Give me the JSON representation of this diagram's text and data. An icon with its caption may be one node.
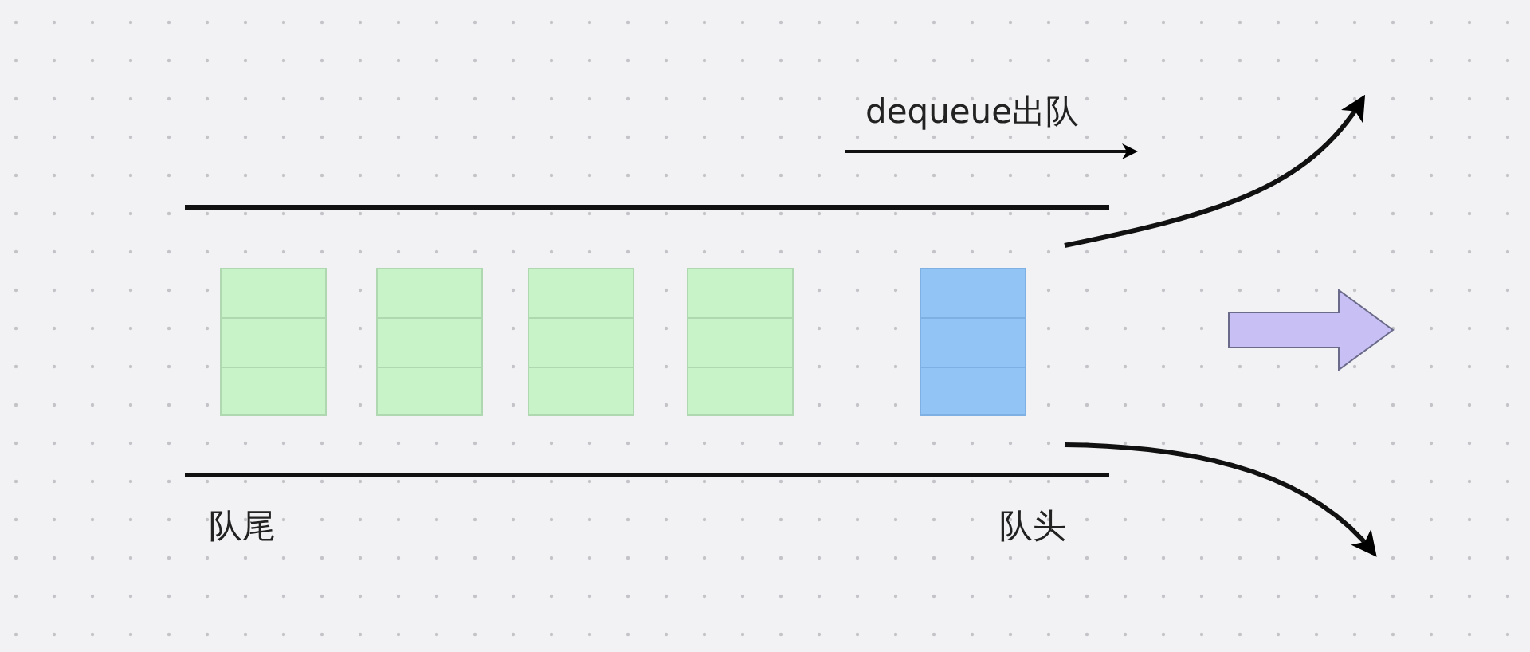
{
  "diagram": {
    "nodes": [
      {
        "text": [],
        "shape": "box"
      },
      {
        "text": [],
        "shape": "box"
      },
      {
        "text": [],
        "shape": "box"
      },
      {
        "text": [],
        "shape": "box"
      },
      {
        "text": [],
        "shape": "box"
      }
    ],
    "labels": [
      "dequeue出队",
      "队尾",
      "队头"
    ]
  }
}
